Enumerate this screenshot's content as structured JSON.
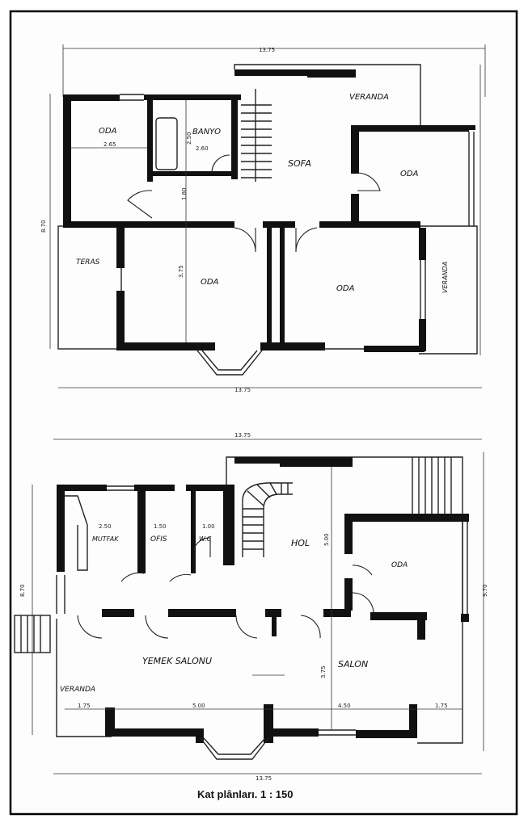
{
  "caption": "Kat plânları. 1 : 150",
  "upper_floor": {
    "rooms": {
      "oda_nw": "ODA",
      "banyo": "BANYO",
      "veranda_top": "VERANDA",
      "sofa": "SOFA",
      "oda_ne": "ODA",
      "teras": "TERAS",
      "oda_sw": "ODA",
      "oda_se": "ODA",
      "veranda_right": "VERANDA"
    },
    "dims": {
      "top": "13.75",
      "bottom": "13.75",
      "left": "8.70",
      "oda_width": "2.65",
      "banyo_w1": "2.50",
      "banyo_w2": "2.60",
      "hall_depth": "1.80",
      "oda_depth": "3.75"
    }
  },
  "ground_floor": {
    "rooms": {
      "mutfak": "MUTFAK",
      "ofis": "OFIS",
      "wc": "W.C",
      "hol": "HOL",
      "oda": "ODA",
      "yemek_salonu": "YEMEK SALONU",
      "salon": "SALON",
      "veranda": "VERANDA"
    },
    "dims": {
      "top": "13.75",
      "bottom": "13.75",
      "left": "8.70",
      "right": "9.70",
      "mutfak_w": "2.50",
      "ofis_w": "1.50",
      "wc_w": "1.00",
      "hol_d": "5.00",
      "salon_d": "3.75",
      "bottom_l": "1.75",
      "bottom_yemek": "5.00",
      "bottom_salon": "4.50",
      "bottom_r": "1.75"
    }
  }
}
